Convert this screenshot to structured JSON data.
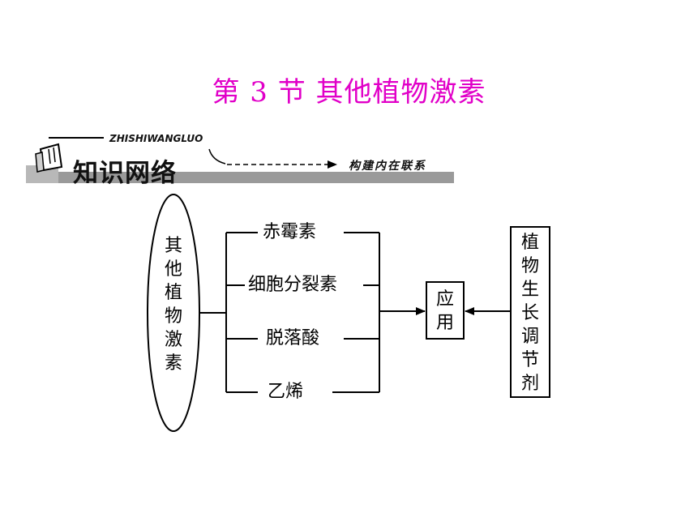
{
  "title": "第 3 节  其他植物激素",
  "banner": {
    "pinyin": "ZHISHIWANGLUO",
    "heading": "知识网络",
    "subtitle": "构建内在联系"
  },
  "diagram": {
    "left_node": [
      "其",
      "他",
      "植",
      "物",
      "激",
      "素"
    ],
    "branches": [
      "赤霉素",
      "细胞分裂素",
      "脱落酸",
      "乙烯"
    ],
    "center_node": [
      "应",
      "用"
    ],
    "right_node": [
      "植",
      "物",
      "生",
      "长",
      "调",
      "节",
      "剂"
    ]
  }
}
